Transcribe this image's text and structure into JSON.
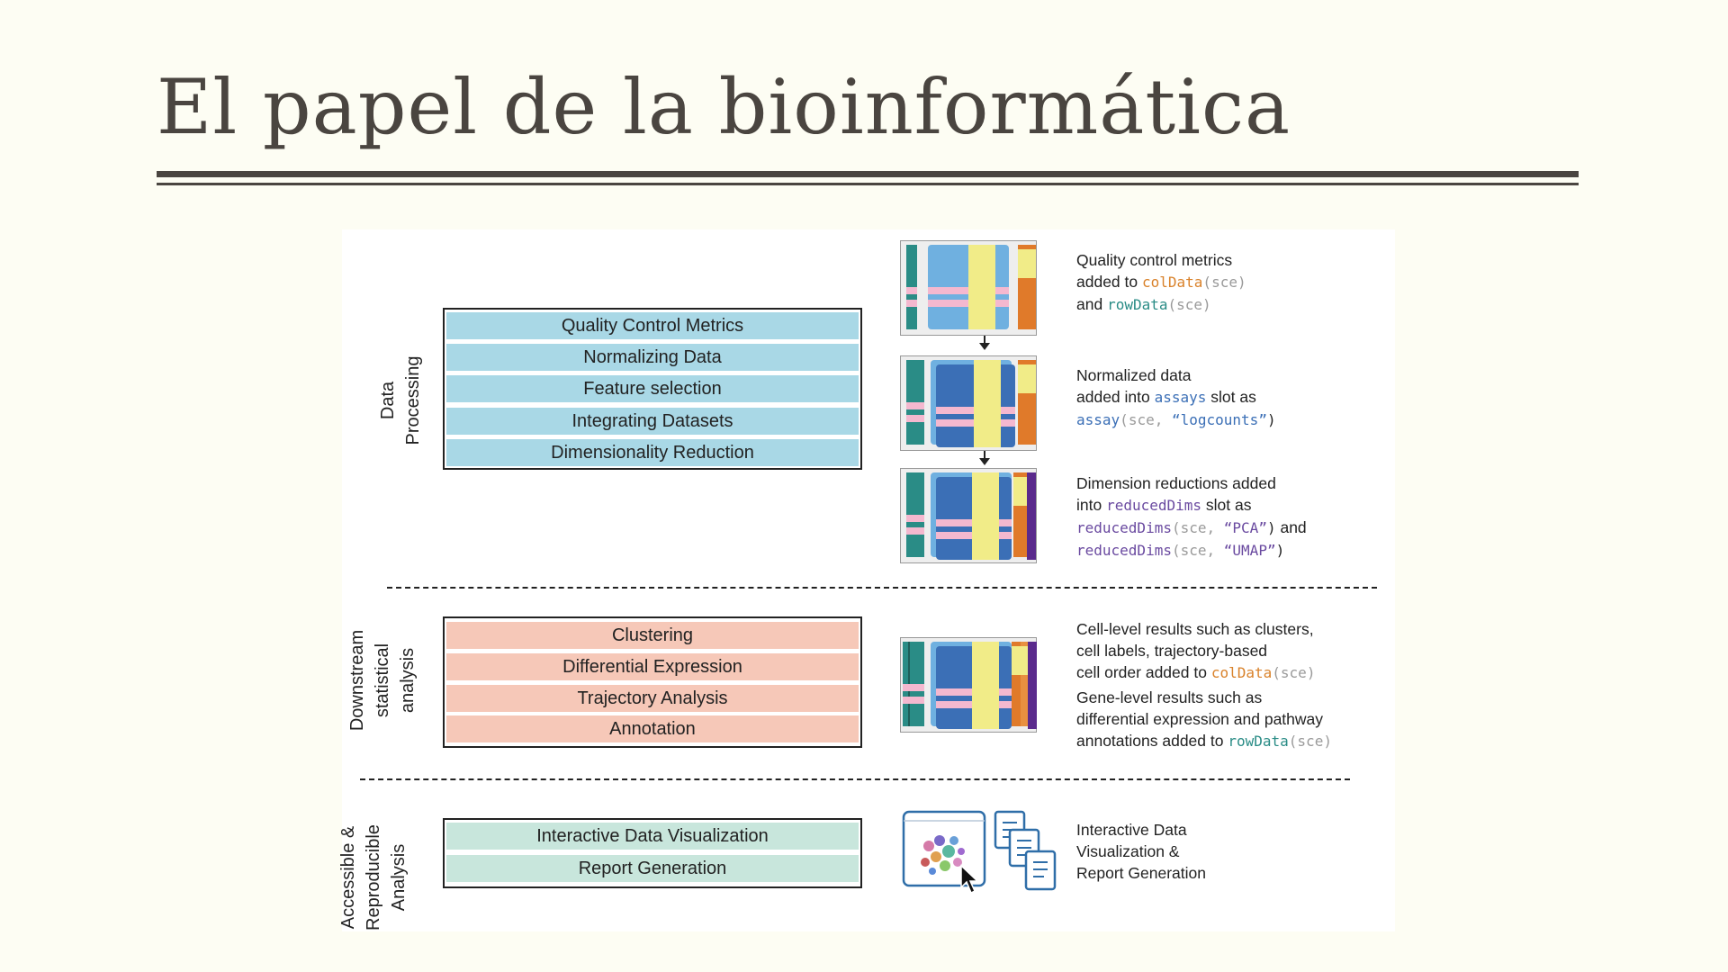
{
  "title": "El papel de la bioinformática",
  "sections": {
    "data_processing": {
      "label_line1": "Data",
      "label_line2": "Processing",
      "steps": [
        "Quality Control Metrics",
        "Normalizing Data",
        "Feature selection",
        "Integrating Datasets",
        "Dimensionality Reduction"
      ]
    },
    "downstream": {
      "label_line1": "Downstream",
      "label_line2": "statistical",
      "label_line3": "analysis",
      "steps": [
        "Clustering",
        "Differential Expression",
        "Trajectory Analysis",
        "Annotation"
      ]
    },
    "accessible": {
      "label_line1": "Accessible &",
      "label_line2": "Reproducible",
      "label_line3": "Analysis",
      "steps": [
        "Interactive Data Visualization",
        "Report Generation"
      ]
    }
  },
  "descriptions": {
    "qc": {
      "l1": "Quality control metrics",
      "l2a": "added to ",
      "l2b": "colData",
      "l2c": "(",
      "l2d": "sce",
      "l2e": ")",
      "l3a": "and ",
      "l3b": "rowData",
      "l3c": "(",
      "l3d": "sce",
      "l3e": ")"
    },
    "norm": {
      "l1": "Normalized data",
      "l2a": "added into ",
      "l2b": "assays",
      "l2c": " slot as",
      "l3a": "assay",
      "l3b": "(",
      "l3c": "sce",
      "l3d": ", ",
      "l3e": "“logcounts”",
      "l3f": ")"
    },
    "dimred": {
      "l1": "Dimension reductions added",
      "l2a": "into ",
      "l2b": "reducedDims",
      "l2c": " slot as",
      "l3a": "reducedDims",
      "l3b": "(",
      "l3c": "sce",
      "l3d": ", ",
      "l3e": "“PCA”",
      "l3f": ")",
      "l3g": " and",
      "l4a": "reducedDims",
      "l4b": "(",
      "l4c": "sce",
      "l4d": ", ",
      "l4e": "“UMAP”",
      "l4f": ")"
    },
    "cell": {
      "l1": "Cell-level results such as  clusters,",
      "l2": "cell labels, trajectory-based",
      "l3a": "cell order added to ",
      "l3b": "colData",
      "l3c": "(",
      "l3d": "sce",
      "l3e": ")",
      "l4": "Gene-level results such as",
      "l5": "differential expression and pathway",
      "l6a": "annotations added to ",
      "l6b": "rowData",
      "l6c": "(",
      "l6d": "sce",
      "l6e": ")"
    },
    "interactive": {
      "l1": "Interactive Data",
      "l2": "Visualization &",
      "l3": "Report Generation"
    }
  },
  "colors": {
    "blue_step": "#a9d8e6",
    "pink_step": "#f6c8b8",
    "green_step": "#c8e6dc",
    "coldata": "#d9822b",
    "rowdata": "#2a8c86",
    "assays": "#3b6fb6",
    "reduceddims": "#6a4aa0"
  }
}
